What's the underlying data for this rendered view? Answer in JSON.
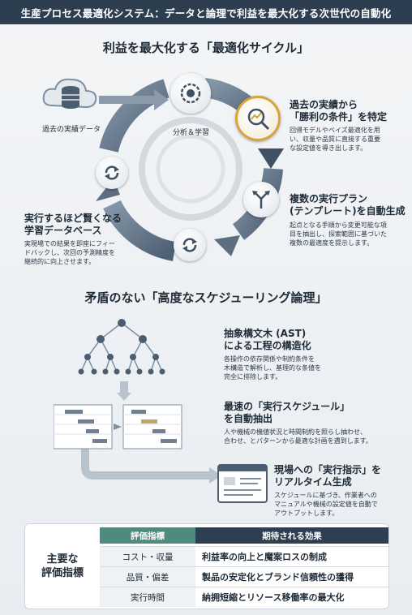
{
  "header": {
    "title": "生産プロセス最適化システム：データと論理で利益を最大化する次世代の自動化"
  },
  "cycle": {
    "title": "利益を最大化する「最適化サイクル」",
    "db_label": "過去の実績データ",
    "analysis_label": "分析＆学習",
    "step1": {
      "title_line1": "過去の実績から",
      "title_line2": "「勝利の条件」を特定",
      "desc_line1": "回帰モデルやベイズ最適化を用",
      "desc_line2": "い、収量や品質に直接する重要",
      "desc_line3": "な設定値を導き出します。"
    },
    "step2": {
      "title_line1": "複数の実行プラン",
      "title_line2": "(テンプレート)を自動生成",
      "desc_line1": "起点となる手順から変更可能な項",
      "desc_line2": "目を抽出し、探索範囲に基づいた",
      "desc_line3": "複数の最適度を提示します。"
    },
    "step3": {
      "title_line1": "実行するほど賢くなる",
      "title_line2": "学習データベース",
      "desc_line1": "実現場での結果を即座にフィー",
      "desc_line2": "ドバックし、次回の予測精度を",
      "desc_line3": "継続的に向上させます。"
    }
  },
  "logic": {
    "title": "矛盾のない「高度なスケジューリング論理」",
    "item1": {
      "title_line1": "抽象構文木 (AST)",
      "title_line2": "による工程の構造化",
      "desc_line1": "各操作の依存関係や制約条件を",
      "desc_line2": "木構造で解析し、基理的な条値を",
      "desc_line3": "完全に排除します。"
    },
    "item2": {
      "title_line1": "最速の「実行スケジュール」",
      "title_line2": "を自動抽出",
      "desc_line1": "人や機械の機値状況と時間制約を照らし抽わせ、",
      "desc_line2": "合わせ、とパターンから最適な計画を遇到します。"
    },
    "item3": {
      "title_line1": "現場への「実行指示」を",
      "title_line2": "リアルタイム生成",
      "desc_line1": "スケジュールに基づき、作業者への",
      "desc_line2": "マニュアルや機械の設定値を自動で",
      "desc_line3": "アウトプットします。"
    }
  },
  "table": {
    "side_line1": "主要な",
    "side_line2": "評価指標",
    "header_metric": "評価指標",
    "header_effect": "期待される効果",
    "rows": [
      {
        "metric": "コスト・収量",
        "effect": "利益率の向上と魔案ロスの制成"
      },
      {
        "metric": "品質・偏差",
        "effect": "製品の安定化とブランド信頼性の獲得"
      },
      {
        "metric": "実行時間",
        "effect": "納拥短縮とリソース移働率の最大化"
      }
    ]
  },
  "colors": {
    "header_bg": "#2c3e50",
    "teal": "#4e8a80",
    "navy": "#2f3f52",
    "gold": "#d7a33a",
    "ring": "#6f8194"
  }
}
